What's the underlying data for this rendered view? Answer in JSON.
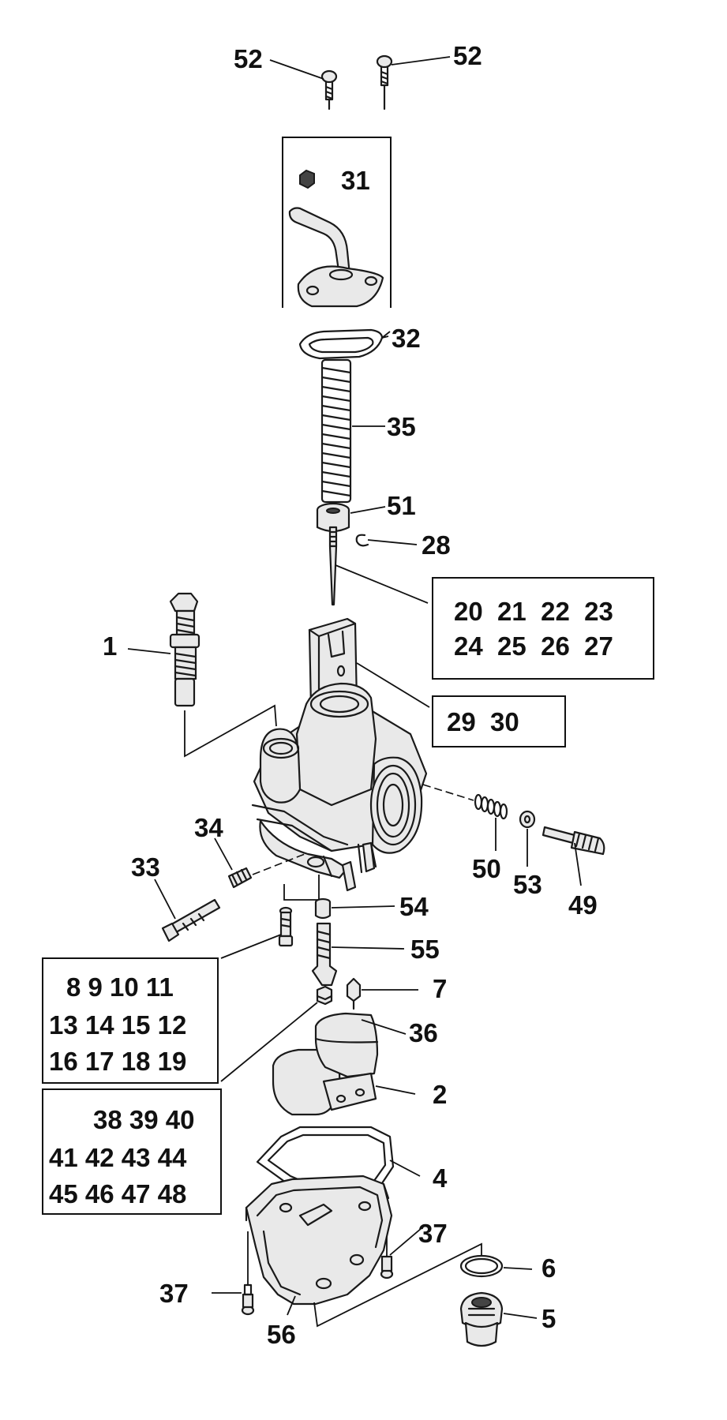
{
  "callouts": {
    "c52a": "52",
    "c52b": "52",
    "c31": "31",
    "c32": "32",
    "c35": "35",
    "c51": "51",
    "c28": "28",
    "c1": "1",
    "c34": "34",
    "c33": "33",
    "c50": "50",
    "c53": "53",
    "c49": "49",
    "c54": "54",
    "c55": "55",
    "c7": "7",
    "c36": "36",
    "c2": "2",
    "c4": "4",
    "c37a": "37",
    "c37b": "37",
    "c6": "6",
    "c5": "5",
    "c56": "56"
  },
  "boxes": {
    "needle_box": {
      "row1": "20  21  22  23",
      "row2": "24  25  26  27"
    },
    "slide_box": {
      "row1": "29  30"
    },
    "main_jet_box": {
      "row1": "8 9 10 11",
      "row2": "13 14 15 12",
      "row3": "16 17 18 19"
    },
    "pilot_jet_box": {
      "row1": "38 39 40",
      "row2": "41 42 43 44",
      "row3": "45 46 47 48"
    }
  }
}
